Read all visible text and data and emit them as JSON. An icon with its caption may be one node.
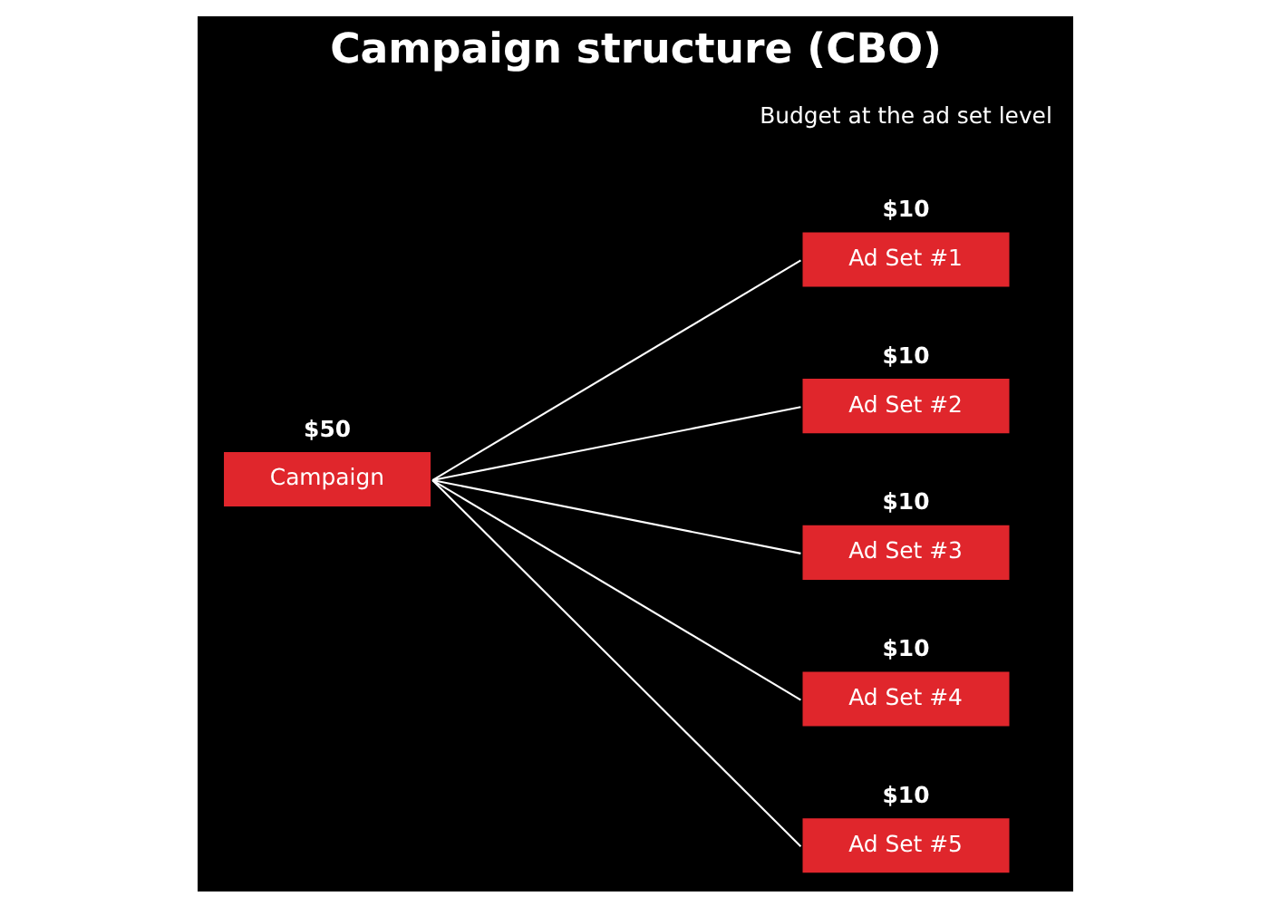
{
  "diagram": {
    "title": "Campaign structure (CBO)",
    "nodes": [
      {
        "text": [
          "Campaign"
        ],
        "beside": [
          "$50"
        ]
      },
      {
        "text": [
          "Ad Set #1"
        ],
        "beside": [
          "$10"
        ]
      },
      {
        "text": [
          "Ad Set #2"
        ],
        "beside": [
          "$10"
        ]
      },
      {
        "text": [
          "Ad Set #3"
        ],
        "beside": [
          "$10"
        ]
      },
      {
        "text": [
          "Ad Set #4"
        ],
        "beside": [
          "$10"
        ]
      },
      {
        "text": [
          "Ad Set #5"
        ],
        "beside": [
          "$10"
        ]
      }
    ],
    "edges": [
      {
        "from": 0,
        "to": 1,
        "arrow": "none"
      },
      {
        "from": 0,
        "to": 2,
        "arrow": "none"
      },
      {
        "from": 0,
        "to": 3,
        "arrow": "none"
      },
      {
        "from": 0,
        "to": 4,
        "arrow": "none"
      },
      {
        "from": 0,
        "to": 5,
        "arrow": "none"
      }
    ],
    "labels": [
      "Budget at the ad set level"
    ]
  }
}
